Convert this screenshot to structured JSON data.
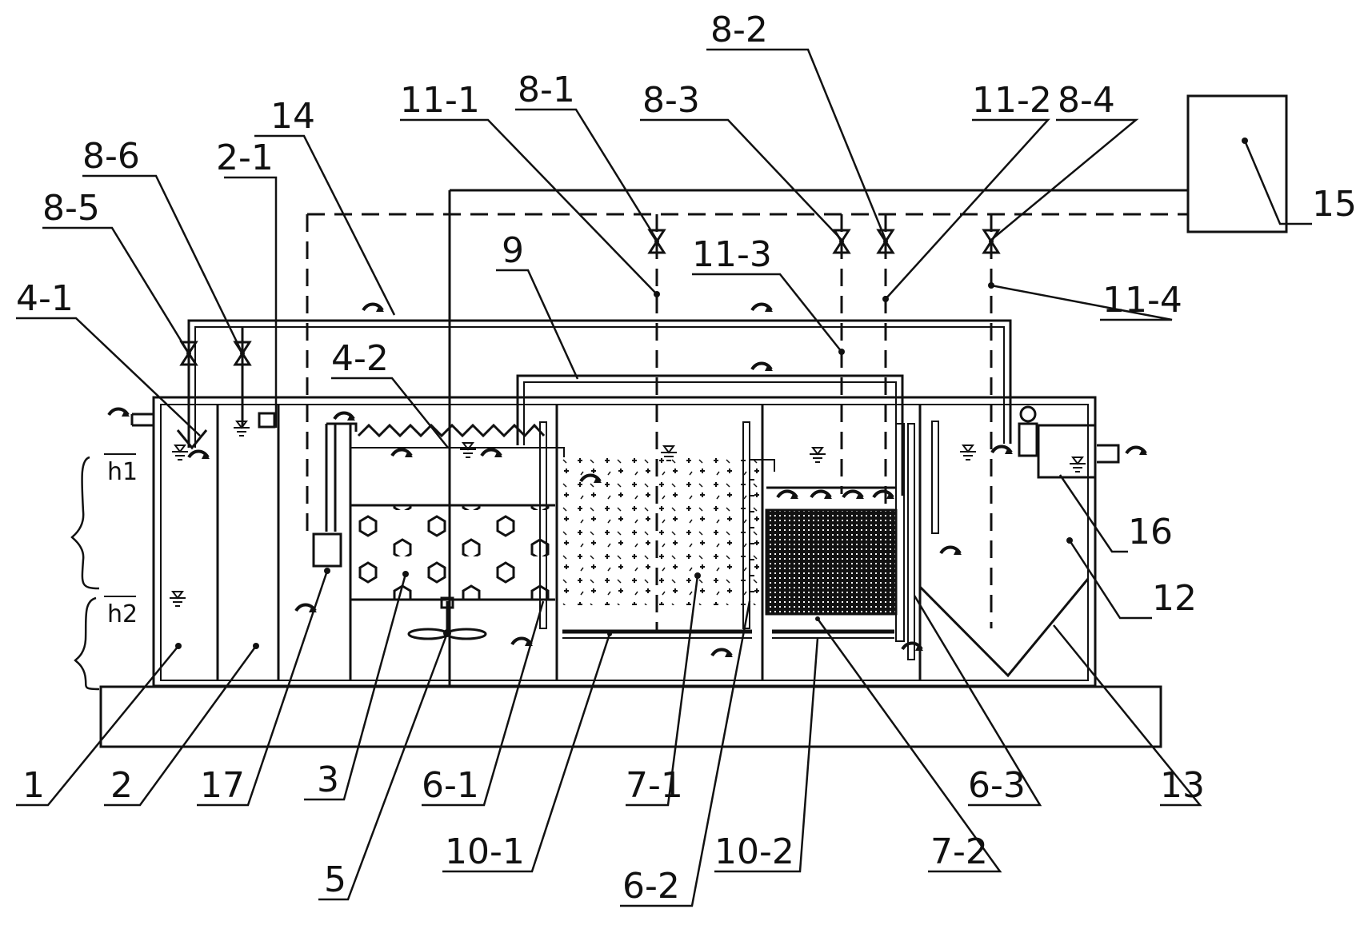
{
  "diagram": {
    "labels": {
      "l_8_2": "8-2",
      "l_8_1": "8-1",
      "l_14": "14",
      "l_11_1": "11-1",
      "l_8_3": "8-3",
      "l_11_2": "11-2",
      "l_8_4": "8-4",
      "l_8_6": "8-6",
      "l_2_1": "2-1",
      "l_8_5": "8-5",
      "l_9": "9",
      "l_11_3": "11-3",
      "l_15": "15",
      "l_4_1": "4-1",
      "l_4_2": "4-2",
      "l_11_4": "11-4",
      "l_16": "16",
      "l_12": "12",
      "l_1": "1",
      "l_2": "2",
      "l_17": "17",
      "l_3": "3",
      "l_5": "5",
      "l_6_1": "6-1",
      "l_10_1": "10-1",
      "l_7_1": "7-1",
      "l_6_2": "6-2",
      "l_10_2": "10-2",
      "l_7_2": "7-2",
      "l_6_3": "6-3",
      "l_13": "13"
    },
    "levels": {
      "h1": "h1",
      "h2": "h2"
    }
  }
}
